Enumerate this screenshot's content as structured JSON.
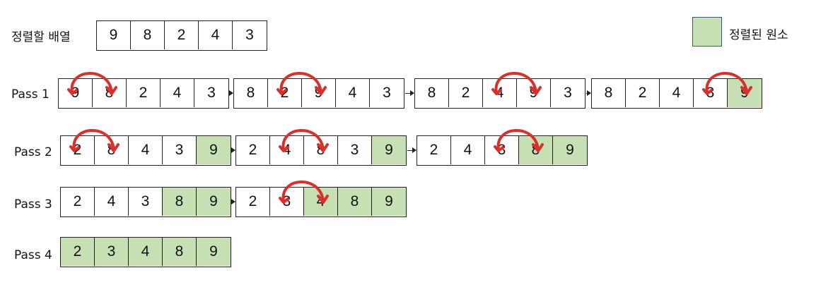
{
  "title_label": "정렬할 배열",
  "legend": {
    "label": "정렬된 원소",
    "color": "#c6e0b4"
  },
  "colors": {
    "sorted": "#c6e0b4",
    "arrow": "#d9302c",
    "border": "#222222"
  },
  "initial_array": [
    9,
    8,
    2,
    4,
    3
  ],
  "passes": [
    {
      "label": "Pass 1",
      "steps": [
        {
          "values": [
            9,
            8,
            2,
            4,
            3
          ],
          "sorted": [],
          "swap": [
            0,
            1
          ]
        },
        {
          "values": [
            8,
            2,
            9,
            4,
            3
          ],
          "sorted": [],
          "swap": [
            1,
            2
          ]
        },
        {
          "values": [
            8,
            2,
            4,
            9,
            3
          ],
          "sorted": [],
          "swap": [
            2,
            3
          ]
        },
        {
          "values": [
            8,
            2,
            4,
            3,
            9
          ],
          "sorted": [
            4
          ],
          "swap": [
            3,
            4
          ]
        }
      ]
    },
    {
      "label": "Pass 2",
      "steps": [
        {
          "values": [
            2,
            8,
            4,
            3,
            9
          ],
          "sorted": [
            4
          ],
          "swap": [
            0,
            1
          ]
        },
        {
          "values": [
            2,
            4,
            8,
            3,
            9
          ],
          "sorted": [
            4
          ],
          "swap": [
            1,
            2
          ]
        },
        {
          "values": [
            2,
            4,
            3,
            8,
            9
          ],
          "sorted": [
            3,
            4
          ],
          "swap": [
            2,
            3
          ]
        }
      ]
    },
    {
      "label": "Pass 3",
      "steps": [
        {
          "values": [
            2,
            4,
            3,
            8,
            9
          ],
          "sorted": [
            3,
            4
          ],
          "swap": null
        },
        {
          "values": [
            2,
            3,
            4,
            8,
            9
          ],
          "sorted": [
            2,
            3,
            4
          ],
          "swap": [
            1,
            2
          ]
        }
      ]
    },
    {
      "label": "Pass 4",
      "steps": [
        {
          "values": [
            2,
            3,
            4,
            8,
            9
          ],
          "sorted": [
            0,
            1,
            2,
            3,
            4
          ],
          "swap": null
        }
      ]
    }
  ]
}
